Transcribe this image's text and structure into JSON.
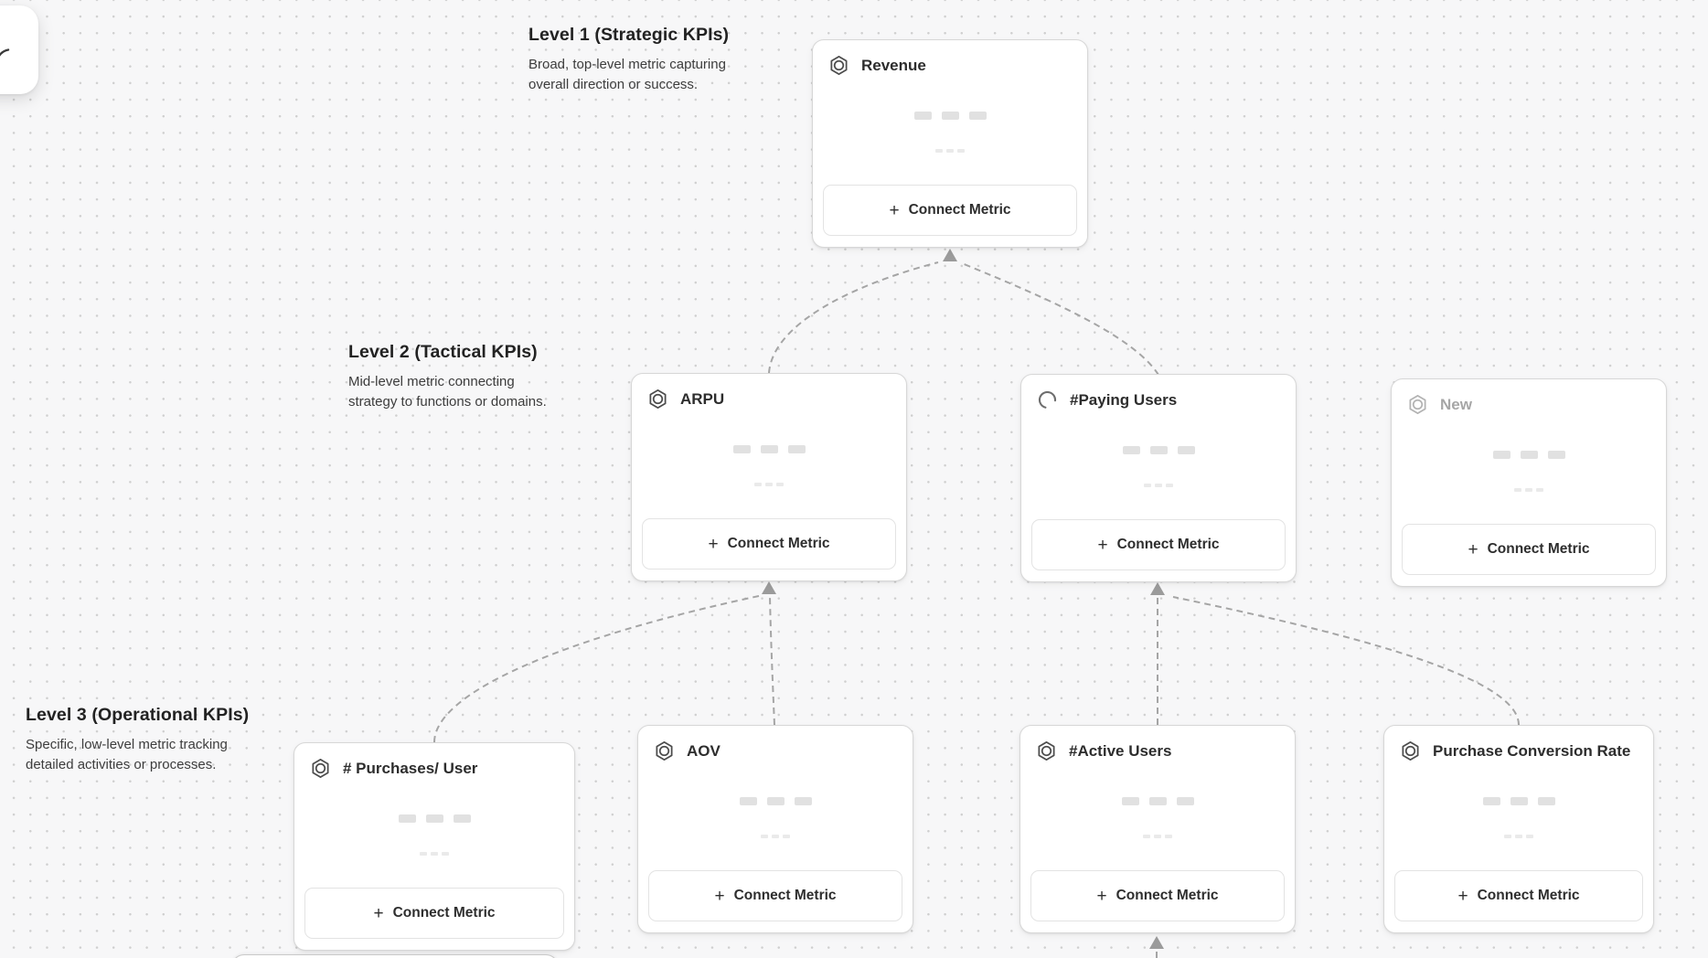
{
  "ui": {
    "plus_glyph": "+"
  },
  "levels": [
    {
      "title": "Level 1 (Strategic KPIs)",
      "description_line1": "Broad, top-level metric capturing",
      "description_line2": "overall direction or success."
    },
    {
      "title": "Level 2 (Tactical KPIs)",
      "description_line1": "Mid-level metric connecting",
      "description_line2": "strategy to functions or domains."
    },
    {
      "title": "Level 3 (Operational KPIs)",
      "description_line1": "Specific, low-level metric tracking",
      "description_line2": "detailed activities or processes."
    }
  ],
  "cards": [
    {
      "title": "Revenue",
      "icon": "metric-hexagon-icon",
      "state": "default",
      "button_label": "Connect Metric"
    },
    {
      "title": "ARPU",
      "icon": "metric-hexagon-icon",
      "state": "default",
      "button_label": "Connect Metric"
    },
    {
      "title": "#Paying Users",
      "icon": "spinner-icon",
      "state": "loading",
      "button_label": "Connect Metric"
    },
    {
      "title": "New",
      "icon": "metric-hexagon-icon",
      "state": "draft",
      "button_label": "Connect Metric"
    },
    {
      "title": "# Purchases/ User",
      "icon": "metric-hexagon-icon",
      "state": "default",
      "button_label": "Connect Metric"
    },
    {
      "title": "AOV",
      "icon": "metric-hexagon-icon",
      "state": "default",
      "button_label": "Connect Metric"
    },
    {
      "title": "#Active Users",
      "icon": "metric-hexagon-icon",
      "state": "default",
      "button_label": "Connect Metric"
    },
    {
      "title": "Purchase Conversion Rate",
      "icon": "metric-hexagon-icon",
      "state": "default",
      "button_label": "Connect Metric"
    }
  ],
  "colors": {
    "canvas_bg": "#f7f7f8",
    "dot": "#cfcfcf",
    "card_border": "#d7d7d7",
    "edge": "#a5a5a5",
    "arrow": "#9b9b9b",
    "title": "#2d2d2d",
    "draft_title": "#a6a6a6"
  }
}
